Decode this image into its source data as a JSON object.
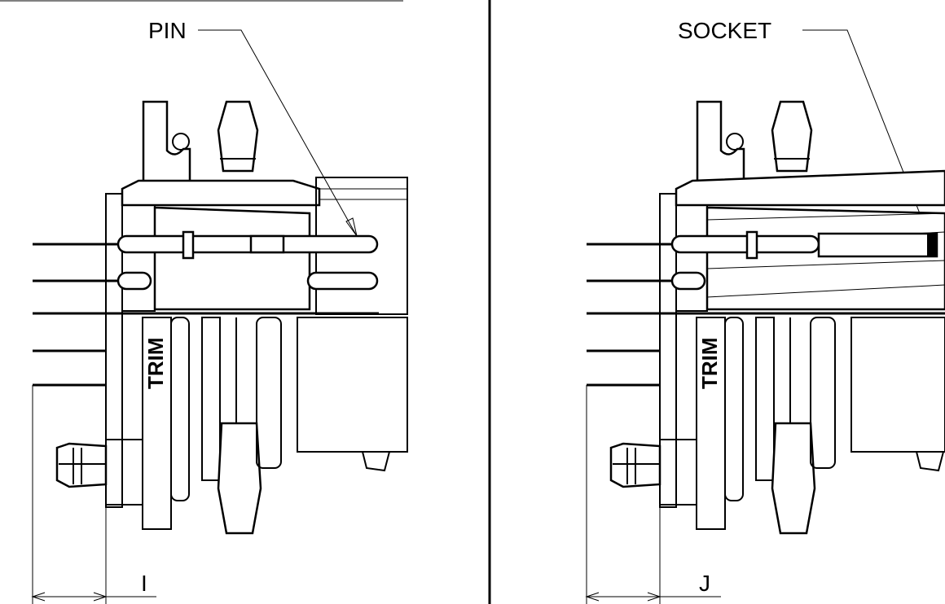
{
  "views": [
    {
      "id": "pin",
      "callout": "PIN",
      "dimension": "I",
      "body_marking": "TRIM"
    },
    {
      "id": "socket",
      "callout": "SOCKET",
      "dimension": "J",
      "body_marking": "TRIM"
    }
  ],
  "colors": {
    "line": "#000000",
    "background": "#ffffff"
  }
}
